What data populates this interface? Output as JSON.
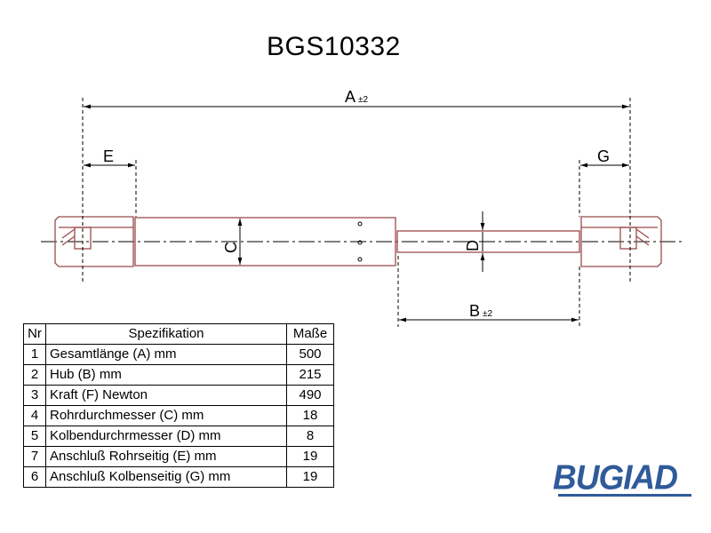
{
  "part_number": "BGS10332",
  "dimension_labels": {
    "a": "A",
    "a_tol": "±2",
    "b": "B",
    "b_tol": "±2",
    "c": "C",
    "d": "D",
    "e": "E",
    "g": "G"
  },
  "table": {
    "headers": {
      "nr": "Nr",
      "spec": "Spezifikation",
      "mass": "Maße"
    },
    "rows": [
      {
        "nr": "1",
        "spec": "Gesamtlänge (A) mm",
        "value": "500"
      },
      {
        "nr": "2",
        "spec": "Hub (B)  mm",
        "value": "215"
      },
      {
        "nr": "3",
        "spec": "Kraft (F) Newton",
        "value": "490"
      },
      {
        "nr": "4",
        "spec": "Rohrdurchmesser (C) mm",
        "value": "18"
      },
      {
        "nr": "5",
        "spec": "Kolbendurchrmesser (D) mm",
        "value": "8"
      },
      {
        "nr": "7",
        "spec": "Anschluß Rohrseitig (E) mm",
        "value": "19"
      },
      {
        "nr": "6",
        "spec": "Anschluß Kolbenseitig (G) mm",
        "value": "19"
      }
    ]
  },
  "brand": {
    "name": "BUGIAD",
    "color": "#2f5b9a"
  },
  "colors": {
    "outline": "#9a4a4a",
    "line": "#000000"
  }
}
